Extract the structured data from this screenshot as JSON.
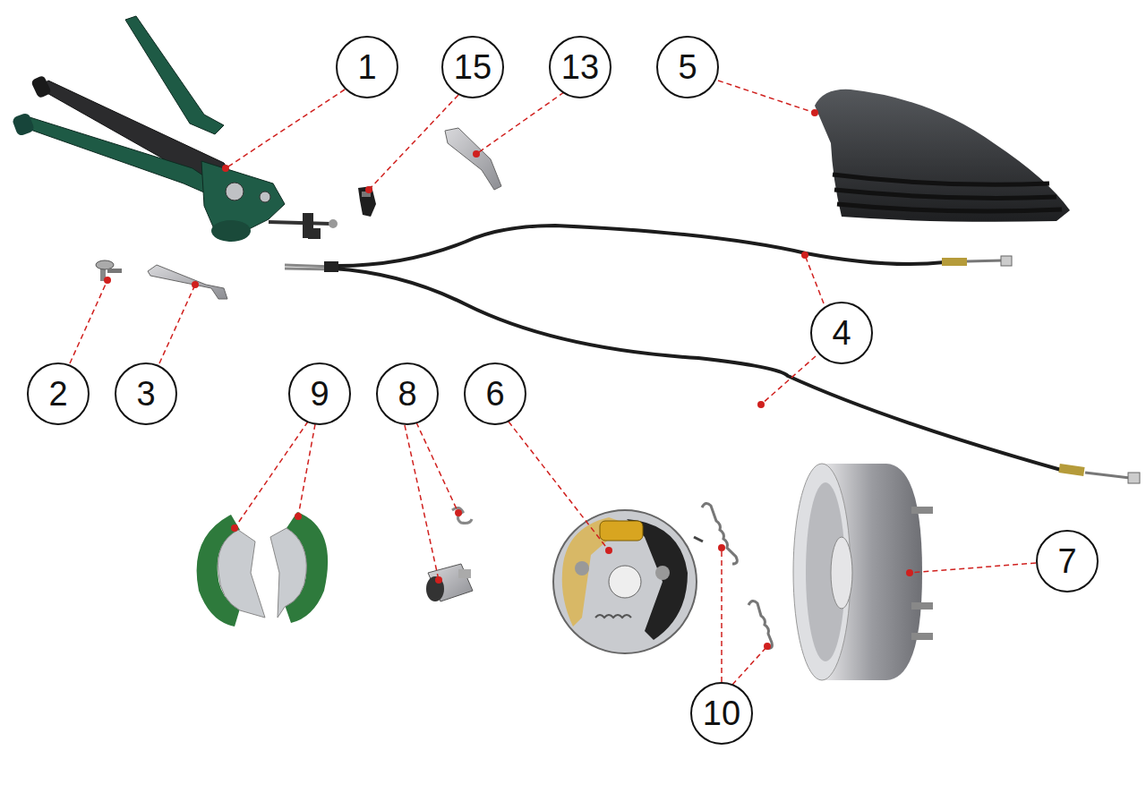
{
  "diagram": {
    "nodes": [
      {
        "text": [
          "1"
        ]
      },
      {
        "text": [
          "15"
        ]
      },
      {
        "text": [
          "13"
        ]
      },
      {
        "text": [
          "5"
        ]
      },
      {
        "text": [
          "4"
        ]
      },
      {
        "text": [
          "2"
        ]
      },
      {
        "text": [
          "3"
        ]
      },
      {
        "text": [
          "9"
        ]
      },
      {
        "text": [
          "8"
        ]
      },
      {
        "text": [
          "6"
        ]
      },
      {
        "text": [
          "7"
        ]
      },
      {
        "text": [
          "10"
        ]
      }
    ]
  }
}
